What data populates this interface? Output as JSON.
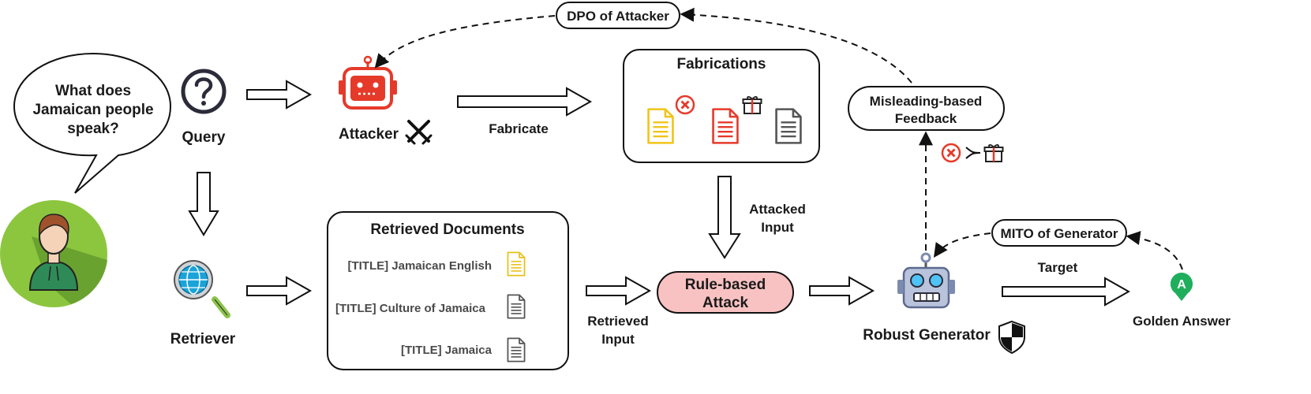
{
  "speech_bubble": {
    "line1": "What does",
    "line2": "Jamaican people",
    "line3": "speak?"
  },
  "labels": {
    "query": "Query",
    "retriever": "Retriever",
    "attacker": "Attacker",
    "fabricate": "Fabricate",
    "retrieved_input_1": "Retrieved",
    "retrieved_input_2": "Input",
    "attacked_input_1": "Attacked",
    "attacked_input_2": "Input",
    "target": "Target",
    "robust_generator": "Robust Generator",
    "golden_answer": "Golden Answer"
  },
  "boxes": {
    "dpo": "DPO of Attacker",
    "fabrications": "Fabrications",
    "misleading_line1": "Misleading-based",
    "misleading_line2": "Feedback",
    "mito": "MITO of Generator",
    "rule_line1": "Rule-based",
    "rule_line2": "Attack",
    "retrieved_docs_title": "Retrieved Documents"
  },
  "documents": [
    {
      "title": "[TITLE] Jamaican English",
      "icon_color": "#e8c21a"
    },
    {
      "title": "[TITLE] Culture of Jamaica",
      "icon_color": "#555555"
    },
    {
      "title": "[TITLE] Jamaica",
      "icon_color": "#555555"
    }
  ],
  "answer_badge": "A",
  "colors": {
    "attacker_red": "#e53a2a",
    "rule_fill": "#f9c2c2",
    "avatar_green": "#8cc63f",
    "globe_blue": "#1aa3d9",
    "robot_body": "#7b8bb0",
    "golden_green": "#1fae5c",
    "fab_yellow": "#f0c419",
    "fab_red": "#e53a2a",
    "fab_gray": "#555555"
  },
  "icons": [
    "question-icon",
    "robot-attacker-icon",
    "crossed-swords-icon",
    "person-avatar-icon",
    "globe-search-icon",
    "document-icon",
    "reject-icon",
    "gift-icon",
    "robot-generator-icon",
    "shield-icon",
    "answer-pin-icon"
  ]
}
